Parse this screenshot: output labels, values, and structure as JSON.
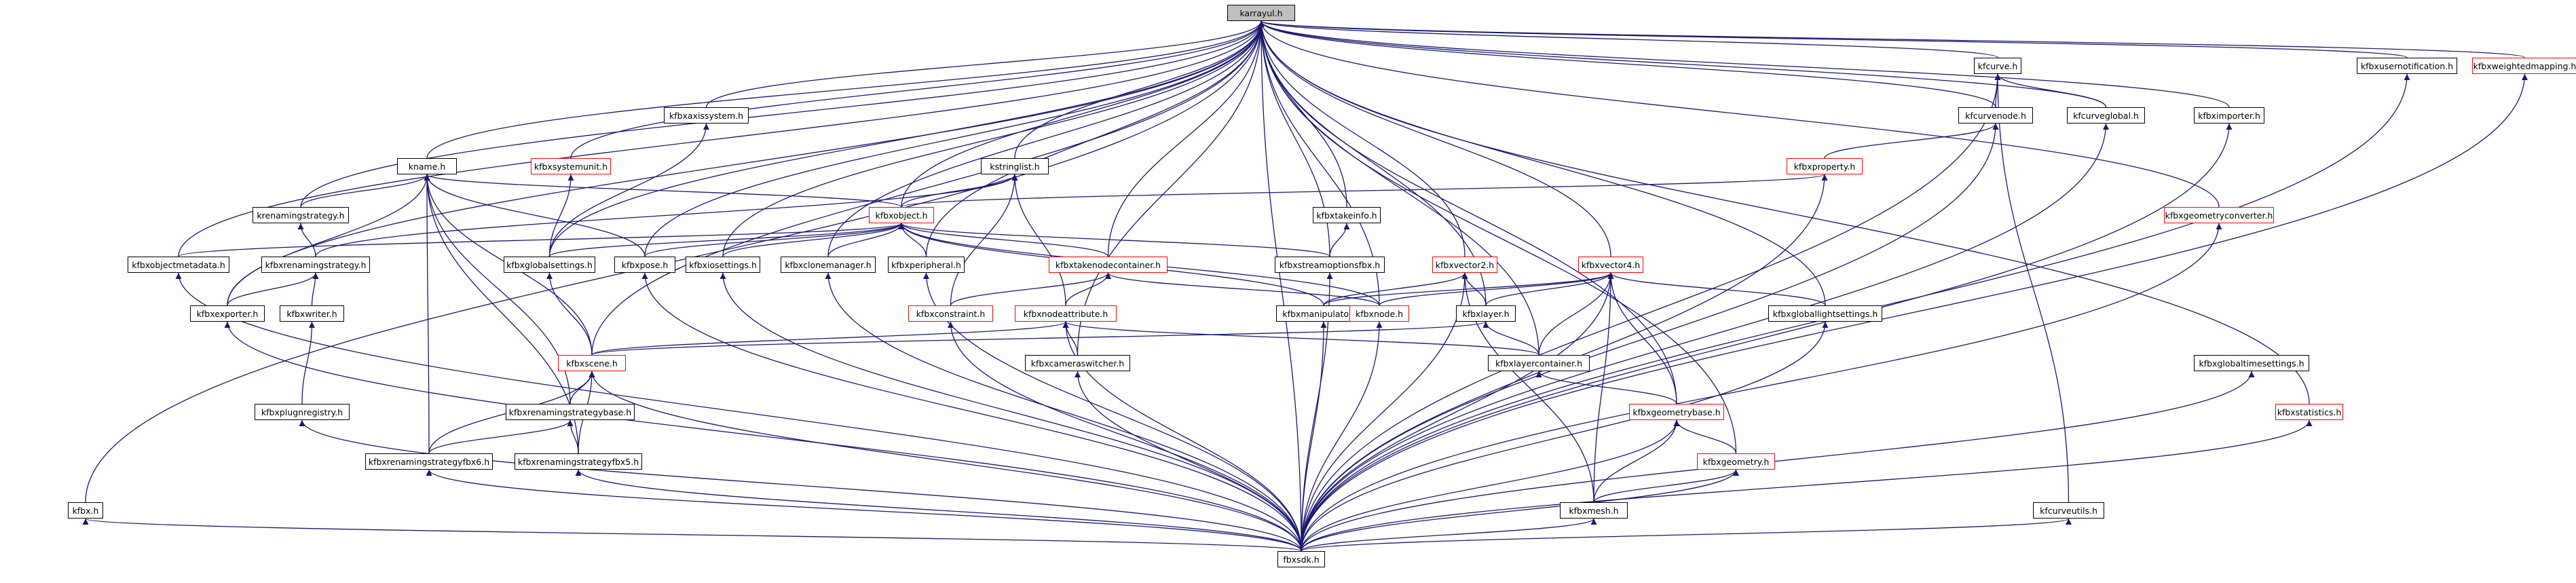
{
  "colors": {
    "edge": "#191970",
    "box_border": "#000000",
    "box_border_highlight": "#ff0000",
    "root_fill": "#bfbfbf",
    "background": "#ffffff"
  },
  "nodes": {
    "karrayul": "karrayul.h",
    "fbxsdk": "fbxsdk.h",
    "kname": "kname.h",
    "krenamingstrategy": "krenamingstrategy.h",
    "kfbxrenamingstrategy": "kfbxrenamingstrategy.h",
    "kfbxwriter": "kfbxwriter.h",
    "kfbxexporter": "kfbxexporter.h",
    "kfbxobjectmetadata": "kfbxobjectmetadata.h",
    "kfbx": "kfbx.h",
    "kfbxplugnregistry": "kfbxplugnregistry.h",
    "kfbxsystemunit": "kfbxsystemunit.h",
    "kfbxaxissystem": "kfbxaxissystem.h",
    "kfbxobject": "kfbxobject.h",
    "kfbxglobalsettings": "kfbxglobalsettings.h",
    "kfbxpose": "kfbxpose.h",
    "kfbxiosettings": "kfbxiosettings.h",
    "kfbxclonemanager": "kfbxclonemanager.h",
    "kfbxperipheral": "kfbxperipheral.h",
    "kstringlist": "kstringlist.h",
    "kfbxtakenodecontainer": "kfbxtakenodecontainer.h",
    "kfbxconstraint": "kfbxconstraint.h",
    "kfbxnodeattribute": "kfbxnodeattribute.h",
    "kfbxcameraswitcher": "kfbxcameraswitcher.h",
    "kfbxscene": "kfbxscene.h",
    "kfbxrenamingstrategybase": "kfbxrenamingstrategybase.h",
    "kfbxrenamingstrategyfbx6": "kfbxrenamingstrategyfbx6.h",
    "kfbxrenamingstrategyfbx5": "kfbxrenamingstrategyfbx5.h",
    "kfbxtakeinfo": "kfbxtakeinfo.h",
    "kfbxstreamoptionsfbx": "kfbxstreamoptionsfbx.h",
    "kfbxmanipulators": "kfbxmanipulators.h",
    "kfbxvector2": "kfbxvector2.h",
    "kfbxnode": "kfbxnode.h",
    "kfbxvector4": "kfbxvector4.h",
    "kfbxlayer": "kfbxlayer.h",
    "kfbxlayercontainer": "kfbxlayercontainer.h",
    "kfbxgeometrybase": "kfbxgeometrybase.h",
    "kfbxgeometry": "kfbxgeometry.h",
    "kfbxmesh": "kfbxmesh.h",
    "kfbxgloballightsettings": "kfbxgloballightsettings.h",
    "kfcurve": "kfcurve.h",
    "kfcurvenode": "kfcurvenode.h",
    "kfcurveglobal": "kfcurveglobal.h",
    "kfbxproperty": "kfbxproperty.h",
    "kfbximporter": "kfbximporter.h",
    "kfbxgeometryconverter": "kfbxgeometryconverter.h",
    "kfcurveutils": "kfcurveutils.h",
    "kfbxusernotification": "kfbxusernotification.h",
    "kfbxweightedmapping": "kfbxweightedmapping.h",
    "kfbxglobaltimesettings": "kfbxglobaltimesettings.h",
    "kfbxstatistics": "kfbxstatistics.h"
  }
}
